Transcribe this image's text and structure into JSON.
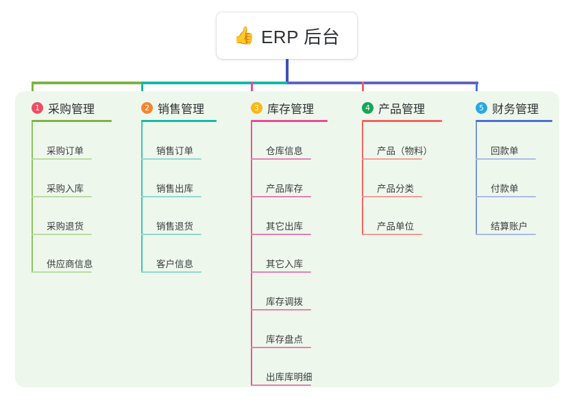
{
  "root": {
    "emoji": "👍",
    "emoji_name": "thumbs-up-icon",
    "title": "ERP 后台"
  },
  "colors": {
    "panel_bg": "#eef7ec",
    "trunk": "#3f51b5",
    "connector_left": "#7cb342",
    "connector_mid": "#14b8a6",
    "connector_right": "#5c63c8",
    "text": "#2f3134"
  },
  "columns": [
    {
      "index": "1",
      "title": "采购管理",
      "badge_color": "#ef4d63",
      "rule_color": "#7cb342",
      "line_color": "#8cc163",
      "item_rule_color": "#b9dba0",
      "stub_color": "#7cb342",
      "items": [
        {
          "label": "采购订单"
        },
        {
          "label": "采购入库"
        },
        {
          "label": "采购退货"
        },
        {
          "label": "供应商信息"
        }
      ]
    },
    {
      "index": "2",
      "title": "销售管理",
      "badge_color": "#f5862e",
      "rule_color": "#14b8a6",
      "line_color": "#3cc3b0",
      "item_rule_color": "#8ed9cd",
      "stub_color": "#14b8a6",
      "items": [
        {
          "label": "销售订单"
        },
        {
          "label": "销售出库"
        },
        {
          "label": "销售退货"
        },
        {
          "label": "客户信息"
        }
      ]
    },
    {
      "index": "3",
      "title": "库存管理",
      "badge_color": "#fbb713",
      "rule_color": "#ec4899",
      "line_color": "#e8529b",
      "item_rule_color": "#e87cb4",
      "stub_color": "#ec4899",
      "items": [
        {
          "label": "仓库信息"
        },
        {
          "label": "产品库存"
        },
        {
          "label": "其它出库"
        },
        {
          "label": "其它入库"
        },
        {
          "label": "库存调拨"
        },
        {
          "label": "库存盘点"
        },
        {
          "label": "出库库明细"
        }
      ]
    },
    {
      "index": "4",
      "title": "产品管理",
      "badge_color": "#18a558",
      "rule_color": "#f4615f",
      "line_color": "#f4615f",
      "item_rule_color": "#f59b97",
      "stub_color": "#f4615f",
      "items": [
        {
          "label": "产品（物料）"
        },
        {
          "label": "产品分类"
        },
        {
          "label": "产品单位"
        }
      ]
    },
    {
      "index": "5",
      "title": "财务管理",
      "badge_color": "#29a8e0",
      "rule_color": "#4a6fd1",
      "line_color": "#7b93d8",
      "item_rule_color": "#a9bbe6",
      "stub_color": "#4a6fd1",
      "items": [
        {
          "label": "回款单"
        },
        {
          "label": "付款单"
        },
        {
          "label": "结算账户"
        }
      ]
    }
  ]
}
